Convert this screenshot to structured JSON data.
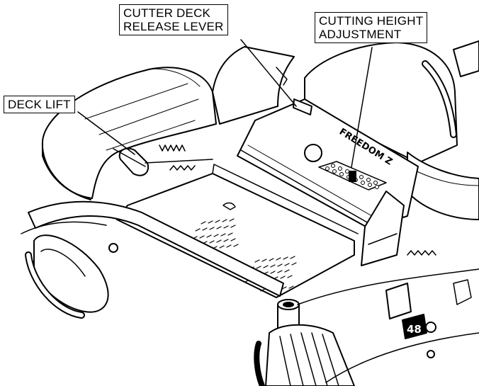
{
  "callouts": {
    "deck_lift": {
      "line1": "DECK LIFT"
    },
    "release_lever": {
      "line1": "CUTTER DECK",
      "line2": "RELEASE LEVER"
    },
    "cutting_height": {
      "line1": "CUTTING HEIGHT",
      "line2": "ADJUSTMENT"
    }
  },
  "decals": {
    "brand": "FREEDOM Z",
    "deck_size": "48"
  },
  "colors": {
    "ink": "#000000",
    "paper": "#ffffff",
    "shade": "#cfcfcf"
  }
}
